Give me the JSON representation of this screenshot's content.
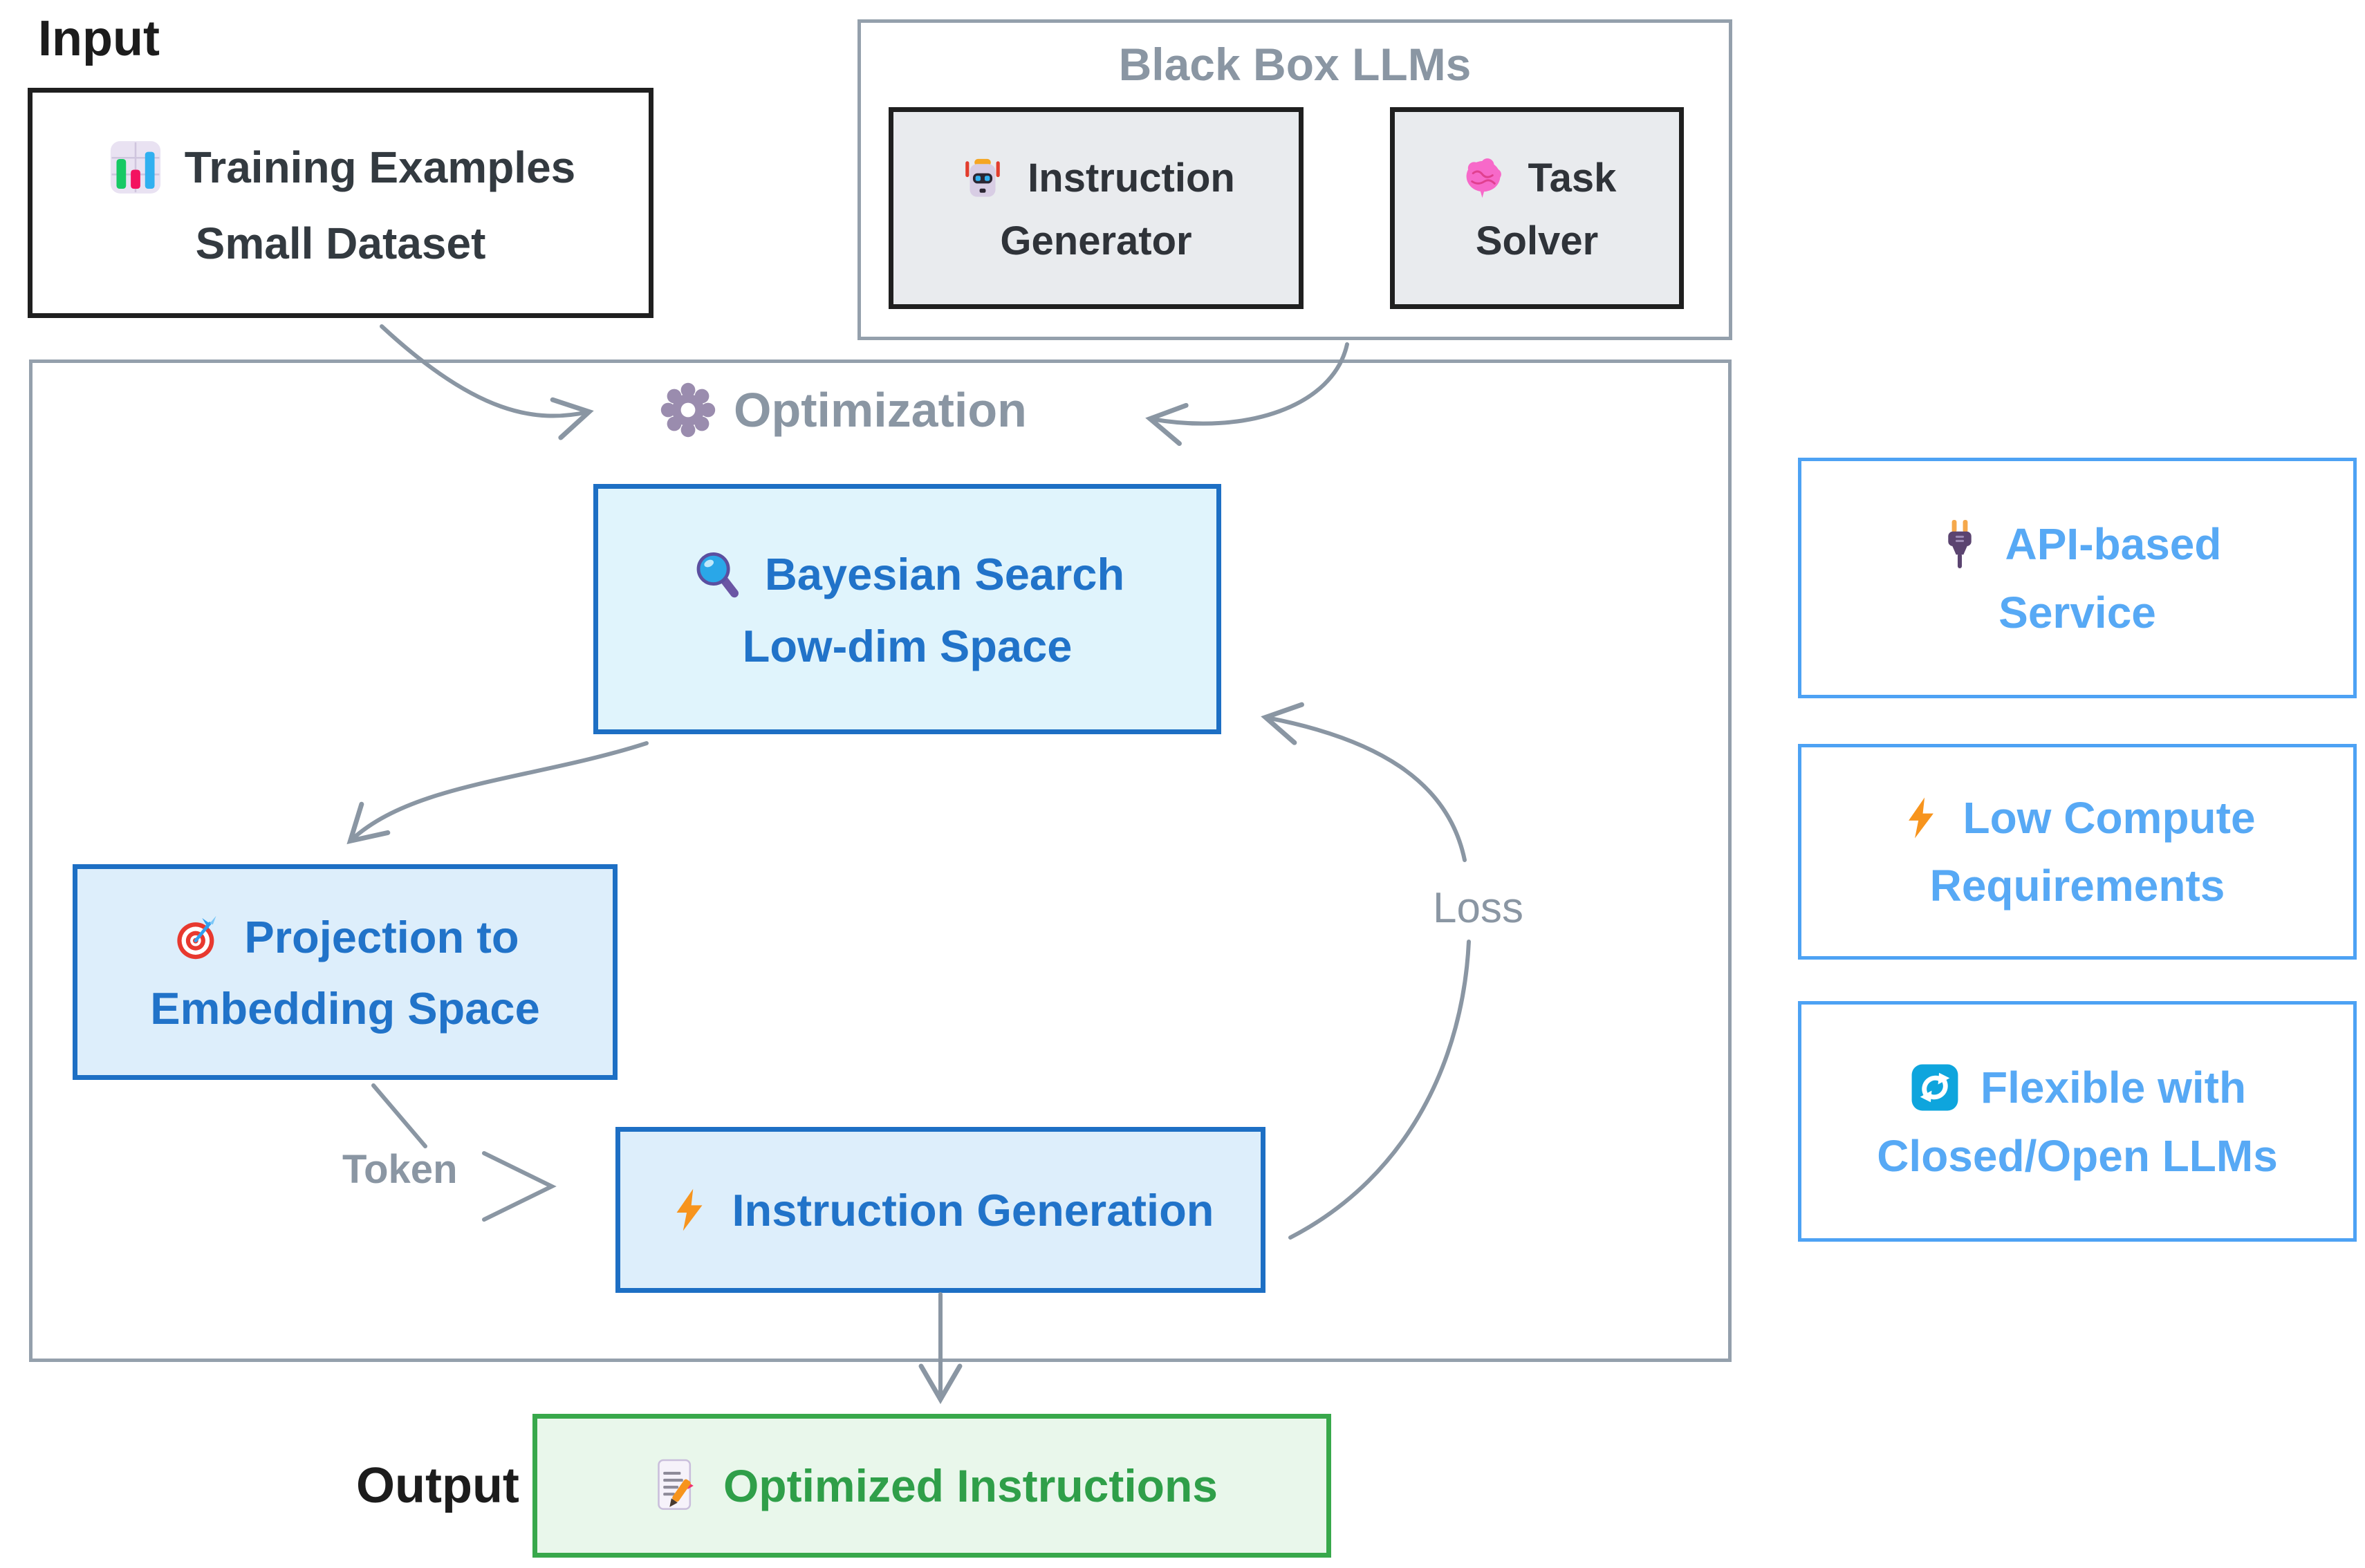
{
  "labels": {
    "input": "Input",
    "output": "Output",
    "token": "Token",
    "loss": "Loss"
  },
  "optimization": {
    "label": "Optimization",
    "icon": "gear-icon"
  },
  "input_box": {
    "icon": "bar-chart-icon",
    "line1": "Training Examples",
    "line2": "Small Dataset"
  },
  "black_box_llms": {
    "title": "Black Box LLMs",
    "instruction_generator": {
      "icon": "robot-icon",
      "line1": "Instruction",
      "line2": "Generator"
    },
    "task_solver": {
      "icon": "brain-icon",
      "line1": "Task",
      "line2": "Solver"
    }
  },
  "pipeline": {
    "bayesian_search": {
      "icon": "magnifier-icon",
      "line1": "Bayesian Search",
      "line2": "Low-dim Space"
    },
    "projection": {
      "icon": "target-icon",
      "line1": "Projection to",
      "line2": "Embedding Space"
    },
    "instruction_generation": {
      "icon": "lightning-icon",
      "label": "Instruction Generation"
    }
  },
  "features": [
    {
      "icon": "plug-icon",
      "line1": "API-based",
      "line2": "Service"
    },
    {
      "icon": "lightning-icon",
      "line1": "Low Compute",
      "line2": "Requirements"
    },
    {
      "icon": "cycle-icon",
      "line1": "Flexible with",
      "line2": "Closed/Open LLMs"
    }
  ],
  "output_box": {
    "icon": "memo-icon",
    "label": "Optimized Instructions"
  },
  "colors": {
    "gray": "#8a96a3",
    "blue_border": "#1d6fc4",
    "blue_text": "#2173c9",
    "bayesian_bg": "#e0f4fc",
    "process_bg": "#ddeefb",
    "feature_border": "#4da2f4",
    "feature_text": "#57a9f5",
    "green_border": "#38a84b",
    "green_bg": "#e9f7eb",
    "green_text": "#2f9f49",
    "inner_box_bg": "#e9ebee",
    "dark": "#1c1c1c"
  }
}
